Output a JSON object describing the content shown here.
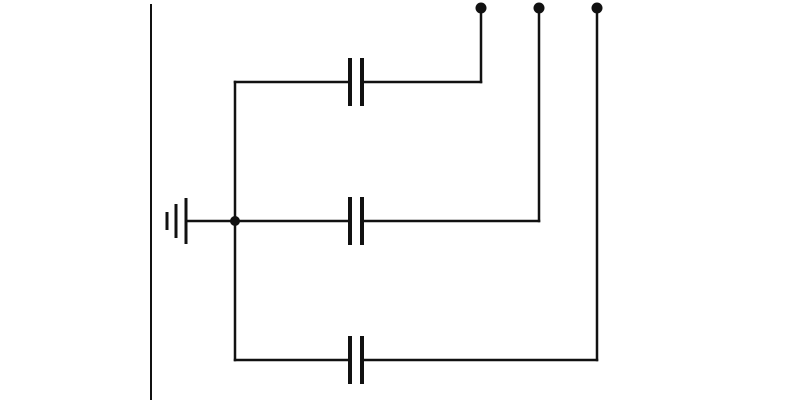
{
  "diagram": {
    "kind": "capacitor-network",
    "components": [
      {
        "id": "C1",
        "type": "capacitor",
        "icon": "capacitor-icon"
      },
      {
        "id": "C2",
        "type": "capacitor",
        "icon": "capacitor-icon"
      },
      {
        "id": "C3",
        "type": "capacitor",
        "icon": "capacitor-icon"
      },
      {
        "id": "GND",
        "type": "ground",
        "icon": "ground-icon"
      }
    ],
    "terminals": [
      {
        "id": "T1",
        "connects": "C1"
      },
      {
        "id": "T2",
        "connects": "C2"
      },
      {
        "id": "T3",
        "connects": "C3"
      }
    ],
    "colors": {
      "wire": "#111111",
      "background": "#ffffff"
    }
  }
}
